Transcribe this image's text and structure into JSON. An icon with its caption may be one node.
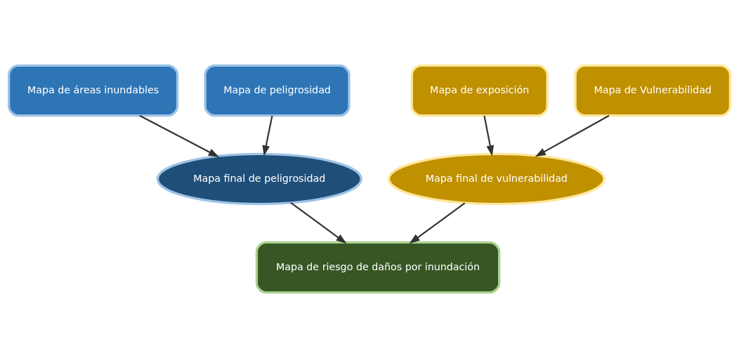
{
  "diagram": {
    "nodes": [
      {
        "text": [
          "Mapa de áreas inundables"
        ]
      },
      {
        "text": [
          "Mapa de peligrosidad"
        ]
      },
      {
        "text": [
          "Mapa final de peligrosidad"
        ]
      },
      {
        "text": [
          "Mapa de exposición"
        ]
      },
      {
        "text": [
          "Mapa de Vulnerabilidad"
        ]
      },
      {
        "text": [
          "Mapa final de vulnerabilidad"
        ]
      },
      {
        "text": [
          "Mapa de riesgo de daños por inundación"
        ]
      }
    ],
    "edges": [
      {
        "from": 0,
        "to": 2,
        "arrow": "to"
      },
      {
        "from": 1,
        "to": 2,
        "arrow": "to"
      },
      {
        "from": 3,
        "to": 5,
        "arrow": "to"
      },
      {
        "from": 4,
        "to": 5,
        "arrow": "to"
      },
      {
        "from": 2,
        "to": 6,
        "arrow": "to"
      },
      {
        "from": 5,
        "to": 6,
        "arrow": "to"
      }
    ]
  }
}
